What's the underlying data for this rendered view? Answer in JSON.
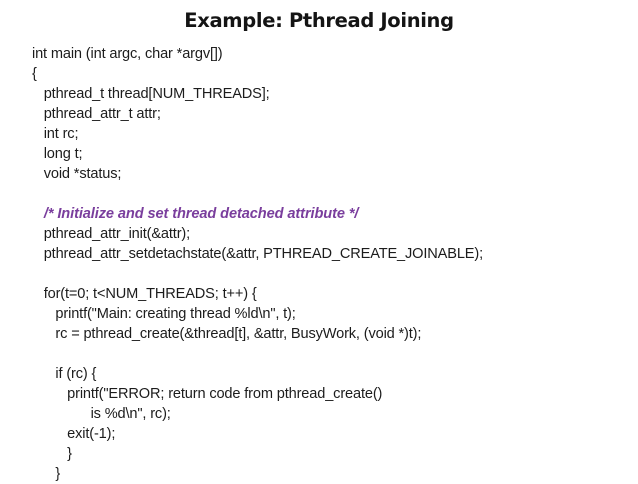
{
  "slide": {
    "title": "Example: Pthread Joining",
    "background_color": "#ffffff",
    "code_color": "#1c1c1c",
    "comment_color": "#7a3e9d",
    "language": "c",
    "code_lines": [
      {
        "text": "int main (int argc, char *argv[])",
        "style": "code"
      },
      {
        "text": "{",
        "style": "code"
      },
      {
        "text": "   pthread_t thread[NUM_THREADS];",
        "style": "code"
      },
      {
        "text": "   pthread_attr_t attr;",
        "style": "code"
      },
      {
        "text": "   int rc;",
        "style": "code"
      },
      {
        "text": "   long t;",
        "style": "code"
      },
      {
        "text": "   void *status;",
        "style": "code"
      },
      {
        "text": "",
        "style": "blank"
      },
      {
        "text": "   /* Initialize and set thread detached attribute */",
        "style": "comment"
      },
      {
        "text": "   pthread_attr_init(&attr);",
        "style": "code"
      },
      {
        "text": "   pthread_attr_setdetachstate(&attr, PTHREAD_CREATE_JOINABLE);",
        "style": "code"
      },
      {
        "text": "",
        "style": "blank"
      },
      {
        "text": "   for(t=0; t<NUM_THREADS; t++) {",
        "style": "code"
      },
      {
        "text": "      printf(\"Main: creating thread %ld\\n\", t);",
        "style": "code"
      },
      {
        "text": "      rc = pthread_create(&thread[t], &attr, BusyWork, (void *)t);",
        "style": "code"
      },
      {
        "text": "",
        "style": "blank"
      },
      {
        "text": "      if (rc) {",
        "style": "code"
      },
      {
        "text": "         printf(\"ERROR; return code from pthread_create()",
        "style": "code"
      },
      {
        "text": "               is %d\\n\", rc);",
        "style": "code"
      },
      {
        "text": "         exit(-1);",
        "style": "code"
      },
      {
        "text": "         }",
        "style": "code"
      },
      {
        "text": "      }",
        "style": "code"
      }
    ]
  }
}
